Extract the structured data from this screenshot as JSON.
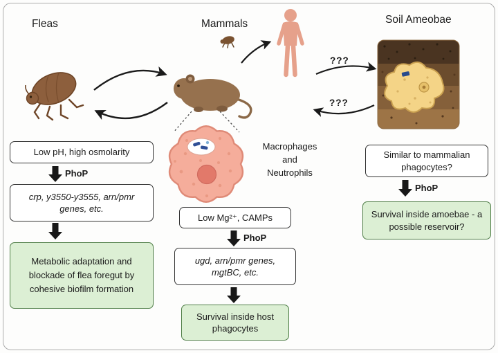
{
  "headers": {
    "fleas": "Fleas",
    "mammals": "Mammals",
    "soil_amoebae": "Soil Ameobae"
  },
  "labels": {
    "unknown_top": "???",
    "unknown_bottom": "???",
    "phagocyte_cells": "Macrophages and Neutrophils"
  },
  "flea_column": {
    "signal_box": "Low pH, high osmolarity",
    "phop_label": "PhoP",
    "genes_box": "crp, y3550-y3555, arn/pmr genes, etc.",
    "outcome_box": "Metabolic adaptation and blockade of flea foregut by cohesive biofilm formation"
  },
  "mammal_column": {
    "signal_box": "Low Mg²⁺, CAMPs",
    "phop_label": "PhoP",
    "genes_box": "ugd, arn/pmr genes, mgtBC, etc.",
    "outcome_box": "Survival inside host phagocytes"
  },
  "amoeba_column": {
    "question_box": "Similar to mammalian phagocytes?",
    "phop_label": "PhoP",
    "outcome_box": "Survival inside amoebae - a possible reservoir?"
  },
  "colors": {
    "outcome_fill": "#dcefd4",
    "outcome_border": "#4e7d46",
    "box_border": "#333333",
    "arrow": "#1a1a1a"
  }
}
